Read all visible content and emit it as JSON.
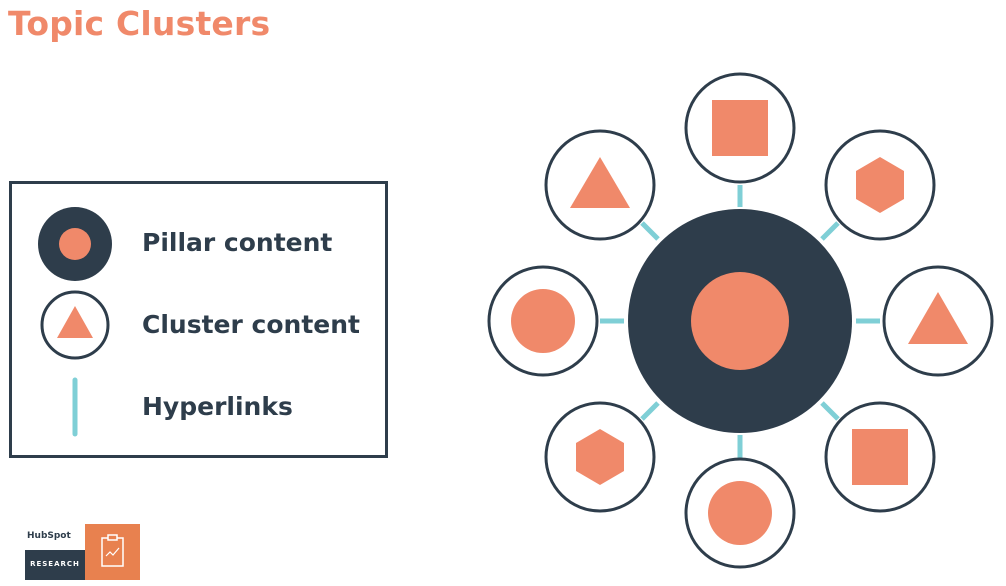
{
  "title": "Topic Clusters",
  "legend": {
    "items": [
      {
        "label": "Pillar content"
      },
      {
        "label": "Cluster content"
      },
      {
        "label": "Hyperlinks"
      }
    ]
  },
  "logo": {
    "brand": "HubSpot",
    "sub": "RESEARCH"
  },
  "diagram": {
    "center": {
      "name": "pillar",
      "inner_shape": "circle"
    },
    "clusters": [
      {
        "position": "top",
        "shape": "square"
      },
      {
        "position": "top-right",
        "shape": "hexagon"
      },
      {
        "position": "right",
        "shape": "triangle"
      },
      {
        "position": "bottom-right",
        "shape": "square"
      },
      {
        "position": "bottom",
        "shape": "circle"
      },
      {
        "position": "bottom-left",
        "shape": "hexagon"
      },
      {
        "position": "left",
        "shape": "circle"
      },
      {
        "position": "top-left",
        "shape": "triangle"
      }
    ]
  },
  "colors": {
    "orange": "#f0896a",
    "navy": "#2e3d4b",
    "link": "#7fcfd6"
  }
}
